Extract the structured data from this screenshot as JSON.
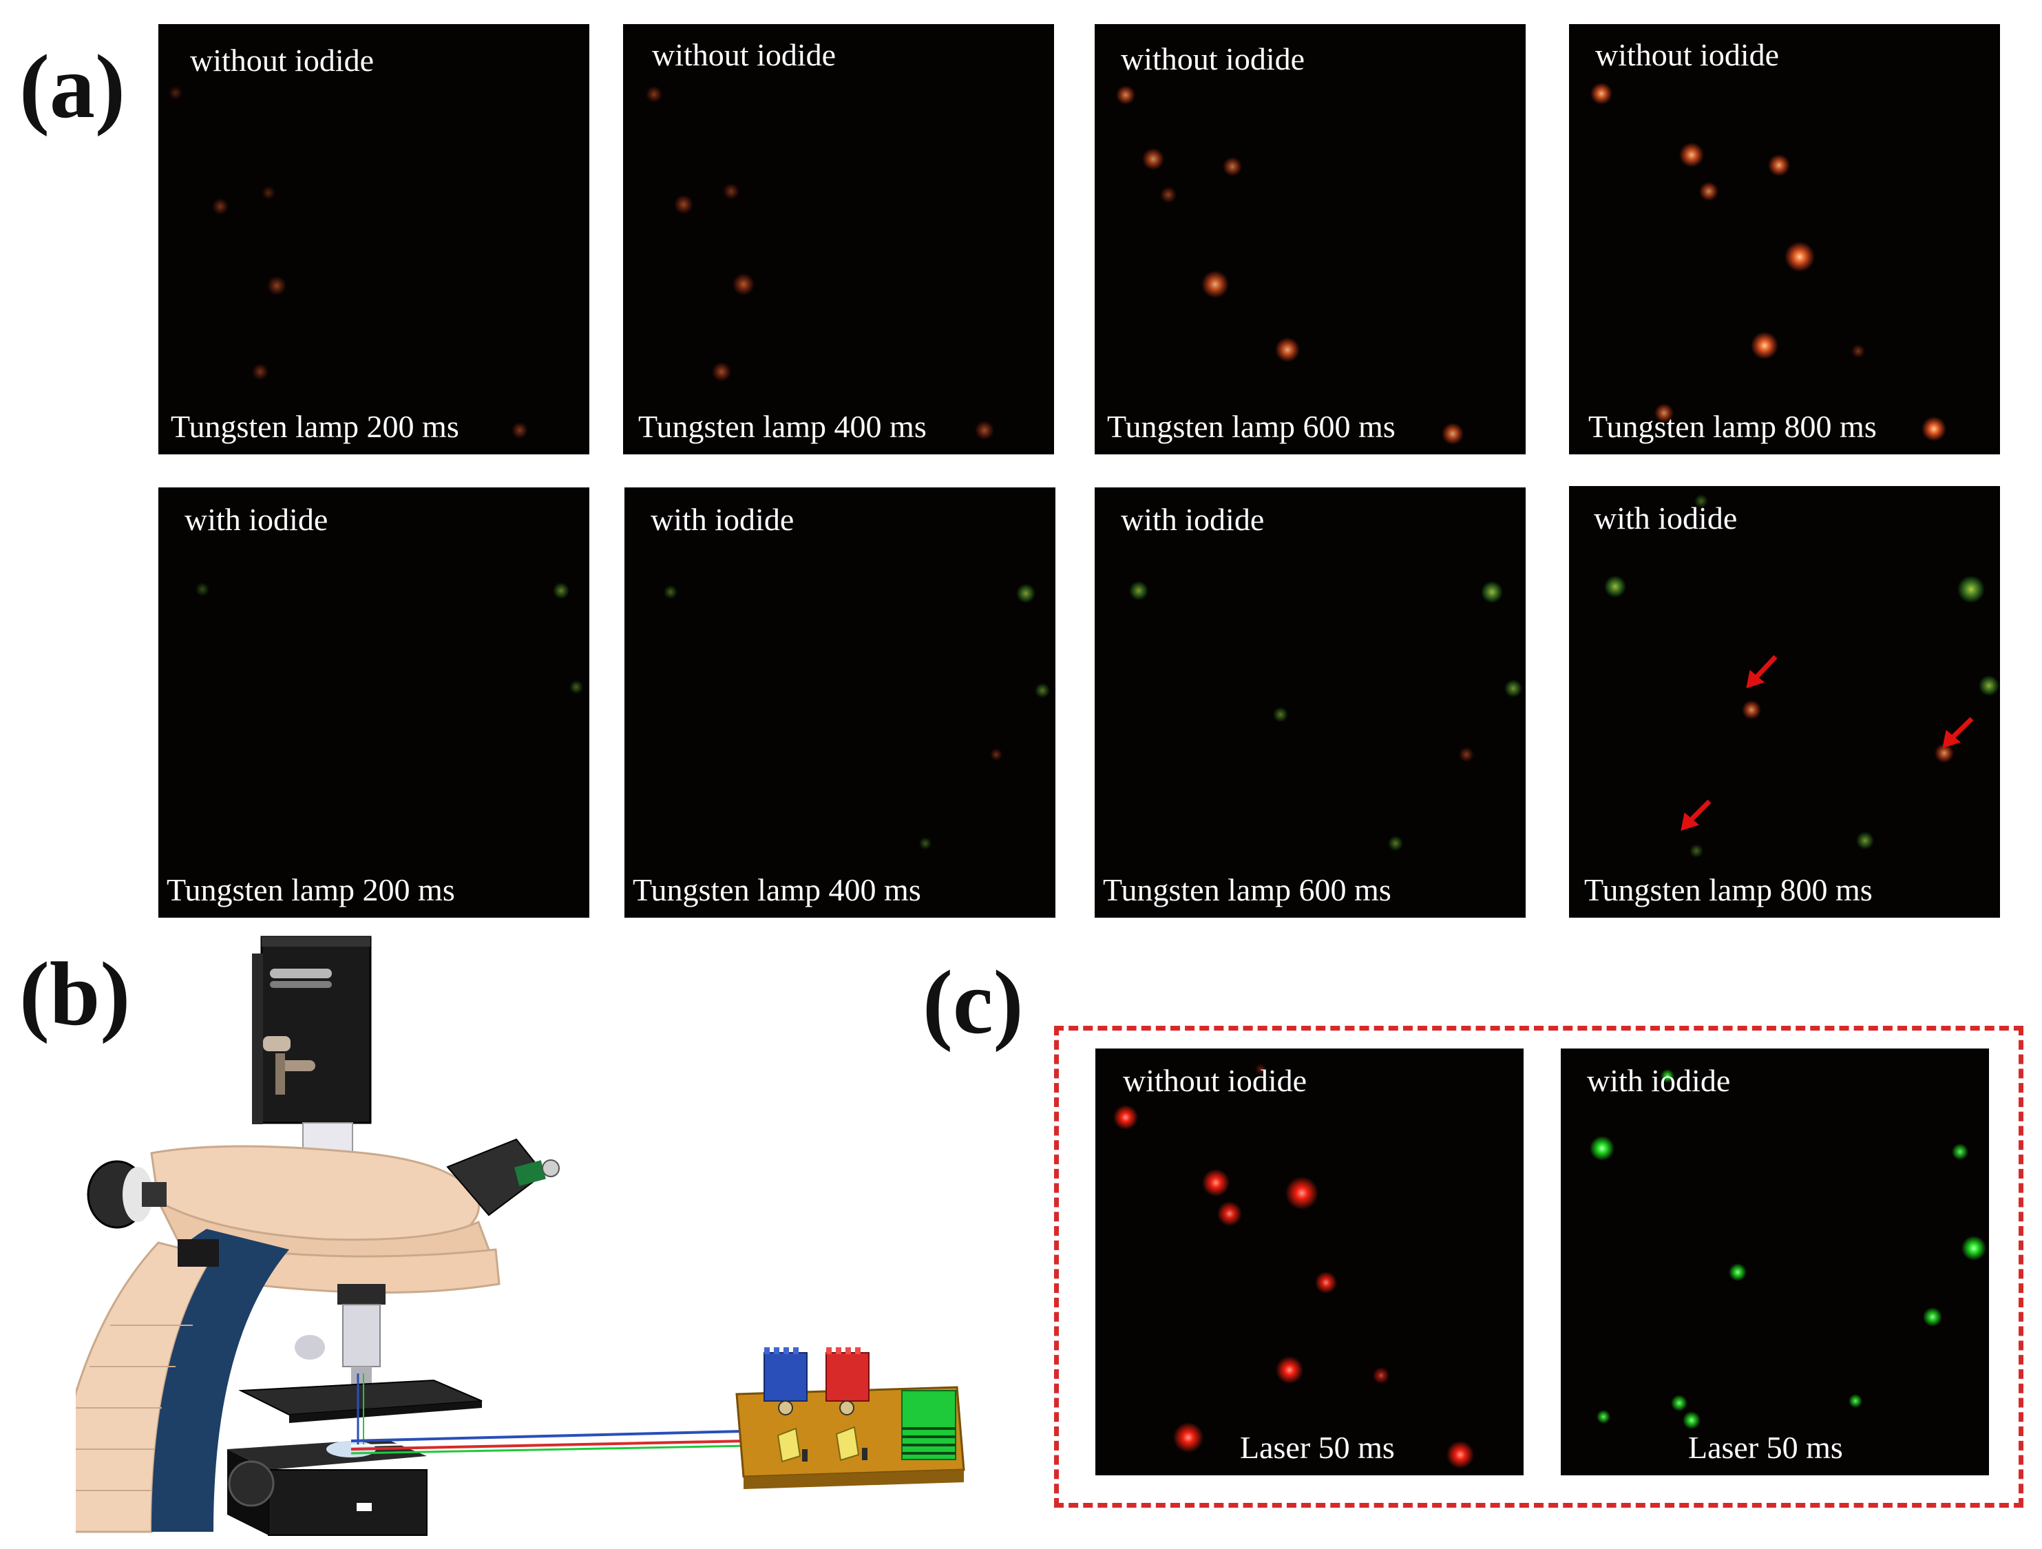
{
  "panel_labels": {
    "a": "(a)",
    "b": "(b)",
    "c": "(c)"
  },
  "panel_a": {
    "row1": [
      {
        "top": "without iodide",
        "bottom": "Tungsten lamp 200 ms"
      },
      {
        "top": "without iodide",
        "bottom": "Tungsten lamp 400 ms"
      },
      {
        "top": "without iodide",
        "bottom": "Tungsten lamp 600 ms"
      },
      {
        "top": "without iodide",
        "bottom": "Tungsten lamp 800 ms"
      }
    ],
    "row2": [
      {
        "top": "with iodide",
        "bottom": "Tungsten lamp 200 ms"
      },
      {
        "top": "with iodide",
        "bottom": "Tungsten lamp 400 ms"
      },
      {
        "top": "with iodide",
        "bottom": "Tungsten lamp 600 ms"
      },
      {
        "top": "with iodide",
        "bottom": "Tungsten lamp 800 ms"
      }
    ]
  },
  "panel_c": [
    {
      "top": "without iodide",
      "bottom": "Laser 50 ms"
    },
    {
      "top": "with iodide",
      "bottom": "Laser 50 ms"
    }
  ],
  "colors": {
    "image_background": "#050302",
    "red_particle": "#ff3a1a",
    "orange_particle": "#ff8a3a",
    "green_particle": "#3cff3c",
    "yellow_green_particle": "#c8d84a",
    "arrow": "#e01010",
    "dashed_border": "#d62a2a",
    "microscope_body": "#f1d2b6",
    "microscope_arm": "#1e3f66",
    "laser_blue": "#2a4fb8",
    "laser_red": "#d92a2a",
    "laser_green": "#1ec93a"
  }
}
